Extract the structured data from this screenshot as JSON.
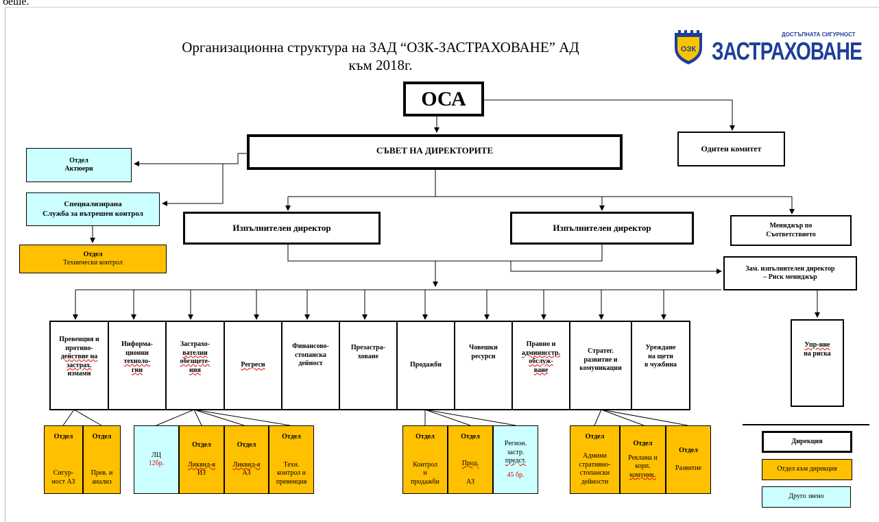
{
  "header": {
    "top_fragment": "беше.",
    "title_line1": "Организационна структура на ЗАД “ОЗК-ЗАСТРАХОВАНЕ” АД",
    "title_line2": "към 2018г."
  },
  "logo": {
    "tagline": "ДОСТЪПНАТА СИГУРНОСТ",
    "wordmark": "ЗАСТРАХОВАНЕ",
    "shield_text": "ОЗК",
    "brand_blue": "#1e3f98",
    "brand_yellow": "#f7c400"
  },
  "top": {
    "osa": "ОСА",
    "board": "СЪВЕТ НА ДИРЕКТОРИТЕ",
    "audit": "Одитен комитет",
    "actuary": [
      "Отдел",
      "Актюери"
    ],
    "internal_control": [
      "Специализирана",
      "Служба за вътрешен контрол"
    ],
    "tech_control": [
      "Отдел",
      "Технически контрол"
    ],
    "exec_left": "Изпълнителен директор",
    "exec_right": "Изпълнителен директор",
    "compliance": [
      "Мениджър по",
      "Съответствието"
    ],
    "deputy": [
      "Зам. изпълнителен директор",
      "– Риск мениджър"
    ]
  },
  "departments": [
    [
      "Превенция и",
      "противо-",
      "действие на",
      "застрах.",
      "измами"
    ],
    [
      "Информа-",
      "ционни",
      "техноло-",
      "гии"
    ],
    [
      "Застрахо-",
      "вателни",
      "обезщете-",
      "ния"
    ],
    [
      "Регреси"
    ],
    [
      "Финансово-",
      "стопанска",
      "дейност"
    ],
    [
      "Презастра-",
      "ховане"
    ],
    [
      "Продажби"
    ],
    [
      "Човешки",
      "ресурси"
    ],
    [
      "Правно и",
      "админисстр.",
      "обслуж-",
      "ване"
    ],
    [
      "Стратег.",
      "развитие и",
      "комуникации"
    ],
    [
      "Уреждане",
      "на щети",
      "в чужбина"
    ]
  ],
  "risk_mgmt": [
    "Упр-ние",
    "на риска"
  ],
  "subunits": {
    "group1": [
      {
        "head": "Отдел",
        "body": [
          "Сигур-",
          "ност АЗ"
        ]
      },
      {
        "head": "Отдел",
        "body": [
          "Прев. и",
          "анализ"
        ]
      }
    ],
    "group2_lc": {
      "label": "ЛЦ",
      "count": "12бр."
    },
    "group2": [
      {
        "head": "Отдел",
        "body": [
          "Ликвид-я",
          "ИЗ"
        ]
      },
      {
        "head": "Отдел",
        "body": [
          "Ликвид-я",
          "АЗ"
        ]
      },
      {
        "head": "Отдел",
        "body": [
          "Техн.",
          "контрол и",
          "превенция"
        ]
      }
    ],
    "group3": [
      {
        "head": "Отдел",
        "body": [
          "Контрол",
          "и",
          "продажби"
        ]
      },
      {
        "head": "Отдел",
        "body": [
          "Прод.",
          "АЗ"
        ]
      }
    ],
    "group3_regional": {
      "label": [
        "Регион.",
        "застр.",
        "предст."
      ],
      "count": "45 бр."
    },
    "group4": [
      {
        "head": "Отдел",
        "body": [
          "Админи",
          "стративно-",
          "стопански",
          "дейности"
        ]
      },
      {
        "head": "Отдел",
        "body": [
          "Реклама и",
          "корп.",
          "комуник."
        ]
      },
      {
        "head": "Отдел",
        "body": [
          "Развитие"
        ]
      }
    ]
  },
  "legend": {
    "directorate": "Дирекция",
    "department": "Отдел към дирекция",
    "other": "Друго звено",
    "color_department": "#ffc000",
    "color_other": "#ccffff"
  }
}
